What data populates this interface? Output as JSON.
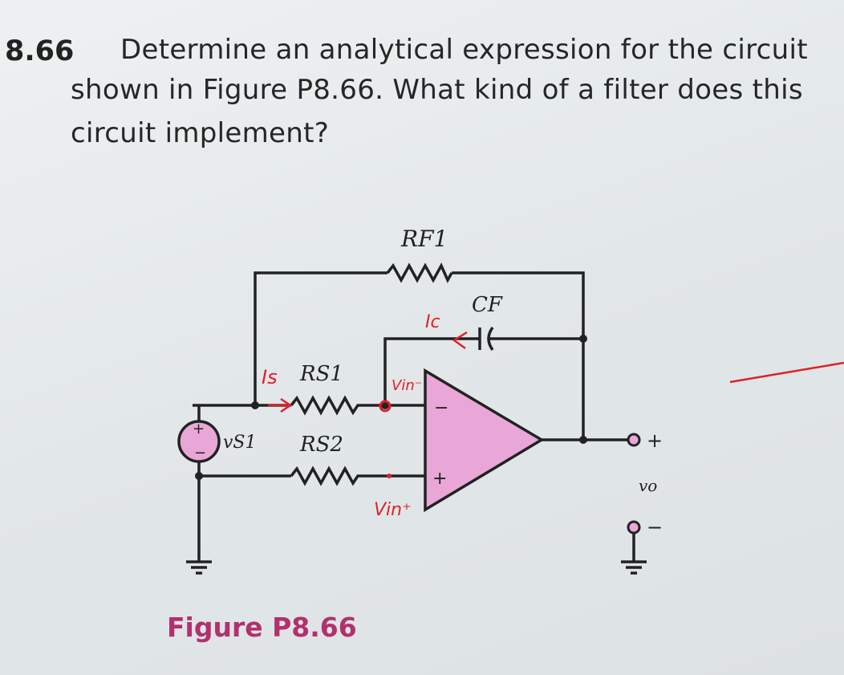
{
  "problem": {
    "number": "8.66",
    "lines": [
      "Determine an analytical expression for the circuit",
      "shown in Figure P8.66. What kind of a filter does this",
      "circuit implement?"
    ]
  },
  "figure": {
    "caption": "Figure P8.66",
    "labels": {
      "rf1": "RF1",
      "cf": "CF",
      "rs1": "RS1",
      "rs2": "RS2",
      "vs1": "vS1",
      "vo": "vo",
      "out_plus": "+",
      "out_minus": "−",
      "opamp_minus": "−",
      "opamp_plus": "+",
      "src_plus": "+",
      "src_minus": "−"
    },
    "annotations": {
      "is": "Is",
      "ic": "Ic",
      "vin_minus": "Vin⁻",
      "vin_plus": "Vin⁺"
    },
    "colors": {
      "component_fill": "#e8a7d6",
      "annotation": "#e0202a",
      "caption": "#b2306e"
    }
  }
}
